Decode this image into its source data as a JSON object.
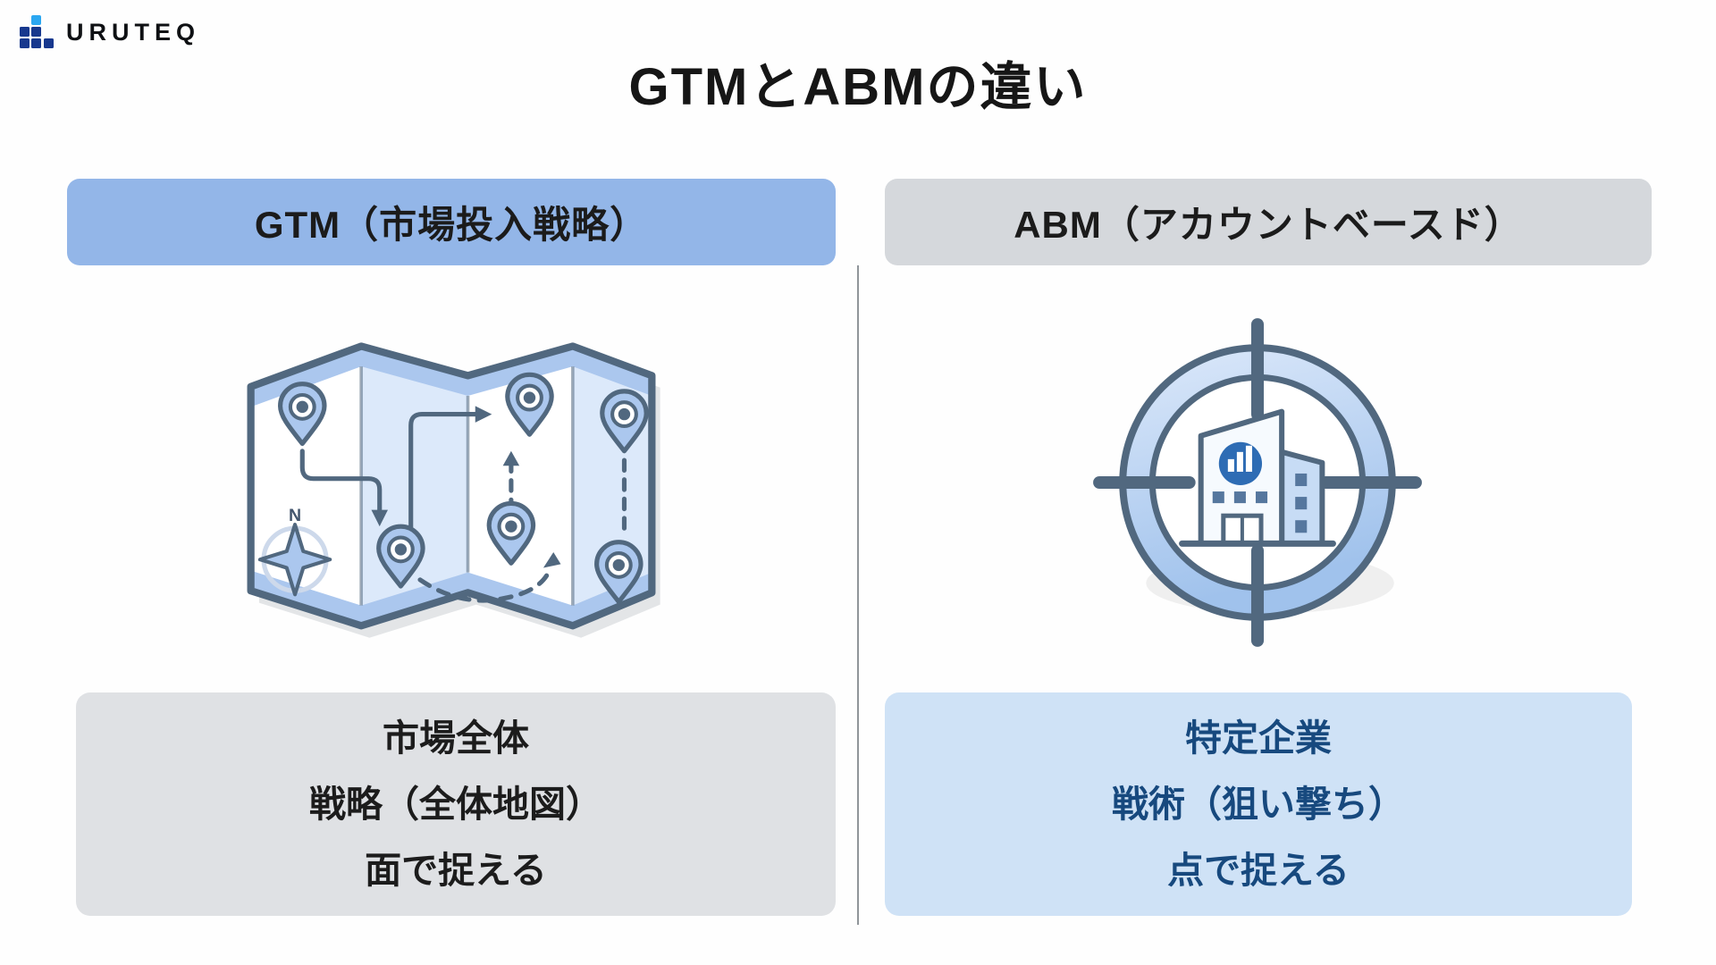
{
  "brand": {
    "name": "URUTEQ",
    "icon": "bar-blocks-logo",
    "colors": {
      "accent_light_blue": "#2ba7f1",
      "navy": "#17388e"
    }
  },
  "title": "GTMとABMの違い",
  "divider_color": "#90959a",
  "columns": {
    "gtm": {
      "header_label": "GTM（市場投入戦略）",
      "header_bg": "#93b6e8",
      "illustration": "folded-map-with-pins",
      "compass_label": "N",
      "points": {
        "line1": "市場全体",
        "line2": "戦略（全体地図）",
        "line3": "面で捉える"
      },
      "box_bg": "#dfe1e4",
      "box_text_color": "#1c1c1c"
    },
    "abm": {
      "header_label": "ABM（アカウントベースド）",
      "header_bg": "#d5d8dc",
      "illustration": "crosshair-target-on-building",
      "points": {
        "line1": "特定企業",
        "line2": "戦術（狙い撃ち）",
        "line3": "点で捉える"
      },
      "box_bg": "#cfe2f6",
      "box_text_color": "#17497e"
    }
  }
}
